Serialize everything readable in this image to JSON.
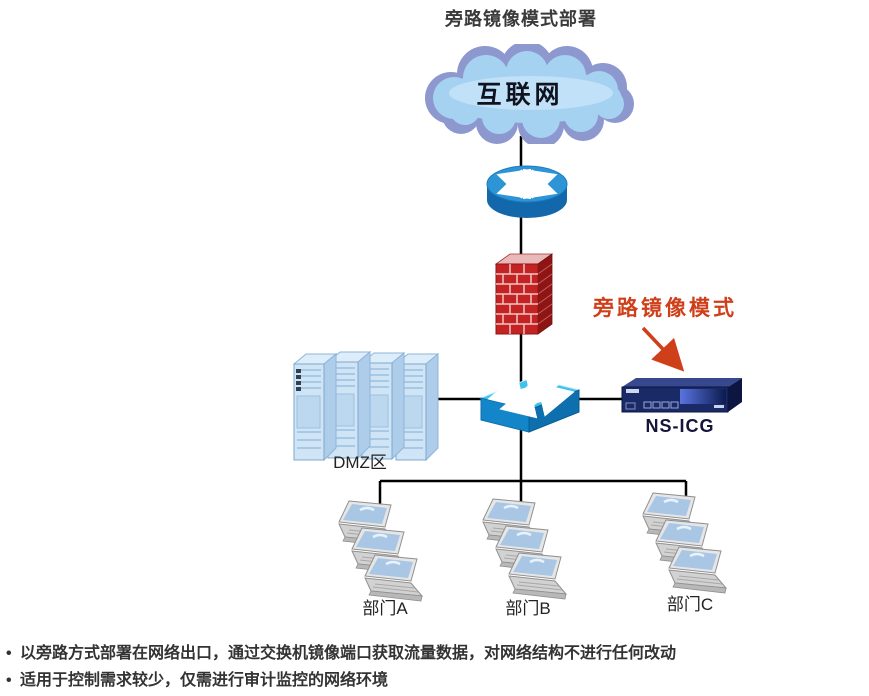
{
  "title": "旁路镜像模式部署",
  "diagram": {
    "internet": "互联网",
    "mode_label": "旁路镜像模式",
    "appliance": "NS-ICG",
    "dmz": "DMZ区",
    "departments": [
      "部门A",
      "部门B",
      "部门C"
    ]
  },
  "notes": {
    "bullet": "•",
    "items": [
      "以旁路方式部署在网络出口，通过交换机镜像端口获取流量数据，对网络结构不进行任何改动",
      "适用于控制需求较少，仅需进行审计监控的网络环境"
    ]
  },
  "icons": {
    "internet-cloud-icon": "cloud",
    "router-icon": "cisco-router-cylinder",
    "firewall-icon": "brick-wall",
    "switch-icon": "cisco-switch-box",
    "ns-icg-appliance-icon": "rack-appliance",
    "dmz-servers-icon": "server-towers",
    "laptop-group-icon": "laptops",
    "mirror-mode-arrow-icon": "diagonal-arrow"
  },
  "colors": {
    "accent_red": "#cf3f1a",
    "line_black": "#000000",
    "cloud_edge": "#8d98ce",
    "cloud_fill": "#a6d2f2",
    "router_blue": "#2d95d5",
    "firewall_red": "#c42323",
    "switch_cyan": "#3fc3ee",
    "appliance_navy": "#1a2a66",
    "server_blue": "#cfe5f6",
    "text_dark": "#333333"
  }
}
